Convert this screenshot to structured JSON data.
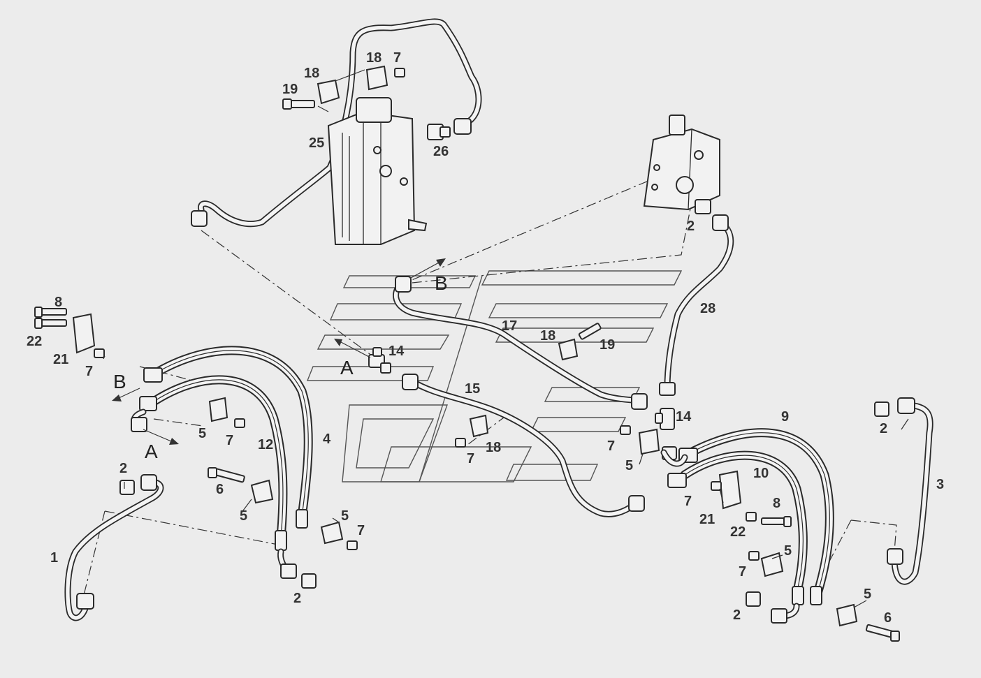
{
  "callouts": [
    {
      "id": "c-18a",
      "text": "18"
    },
    {
      "id": "c-7a",
      "text": "7"
    },
    {
      "id": "c-18b",
      "text": "18"
    },
    {
      "id": "c-19a",
      "text": "19"
    },
    {
      "id": "c-25",
      "text": "25"
    },
    {
      "id": "c-26",
      "text": "26"
    },
    {
      "id": "c-2a",
      "text": "2"
    },
    {
      "id": "c-28",
      "text": "28"
    },
    {
      "id": "c-8a",
      "text": "8"
    },
    {
      "id": "c-22a",
      "text": "22"
    },
    {
      "id": "c-21a",
      "text": "21"
    },
    {
      "id": "c-7b",
      "text": "7"
    },
    {
      "id": "c-14a",
      "text": "14"
    },
    {
      "id": "c-17",
      "text": "17"
    },
    {
      "id": "c-18c",
      "text": "18"
    },
    {
      "id": "c-19b",
      "text": "19"
    },
    {
      "id": "c-15",
      "text": "15"
    },
    {
      "id": "c-18d",
      "text": "18"
    },
    {
      "id": "c-7c",
      "text": "7"
    },
    {
      "id": "c-14b",
      "text": "14"
    },
    {
      "id": "c-9",
      "text": "9"
    },
    {
      "id": "c-2b",
      "text": "2"
    },
    {
      "id": "c-3",
      "text": "3"
    },
    {
      "id": "c-5a",
      "text": "5"
    },
    {
      "id": "c-7d",
      "text": "7"
    },
    {
      "id": "c-12",
      "text": "12"
    },
    {
      "id": "c-4",
      "text": "4"
    },
    {
      "id": "c-2c",
      "text": "2"
    },
    {
      "id": "c-6a",
      "text": "6"
    },
    {
      "id": "c-5b",
      "text": "5"
    },
    {
      "id": "c-5c",
      "text": "5"
    },
    {
      "id": "c-7e",
      "text": "7"
    },
    {
      "id": "c-1",
      "text": "1"
    },
    {
      "id": "c-2d",
      "text": "2"
    },
    {
      "id": "c-7f",
      "text": "7"
    },
    {
      "id": "c-5d",
      "text": "5"
    },
    {
      "id": "c-10",
      "text": "10"
    },
    {
      "id": "c-7g",
      "text": "7"
    },
    {
      "id": "c-21b",
      "text": "21"
    },
    {
      "id": "c-8b",
      "text": "8"
    },
    {
      "id": "c-22b",
      "text": "22"
    },
    {
      "id": "c-5e",
      "text": "5"
    },
    {
      "id": "c-7h",
      "text": "7"
    },
    {
      "id": "c-2e",
      "text": "2"
    },
    {
      "id": "c-5f",
      "text": "5"
    },
    {
      "id": "c-6b",
      "text": "6"
    }
  ],
  "direction_markers": [
    {
      "id": "d-B1",
      "text": "B"
    },
    {
      "id": "d-A1",
      "text": "A"
    },
    {
      "id": "d-B2",
      "text": "B"
    },
    {
      "id": "d-A2",
      "text": "A"
    }
  ],
  "colors": {
    "background": "#ececec",
    "line": "#2a2a2a",
    "text": "#333333"
  }
}
